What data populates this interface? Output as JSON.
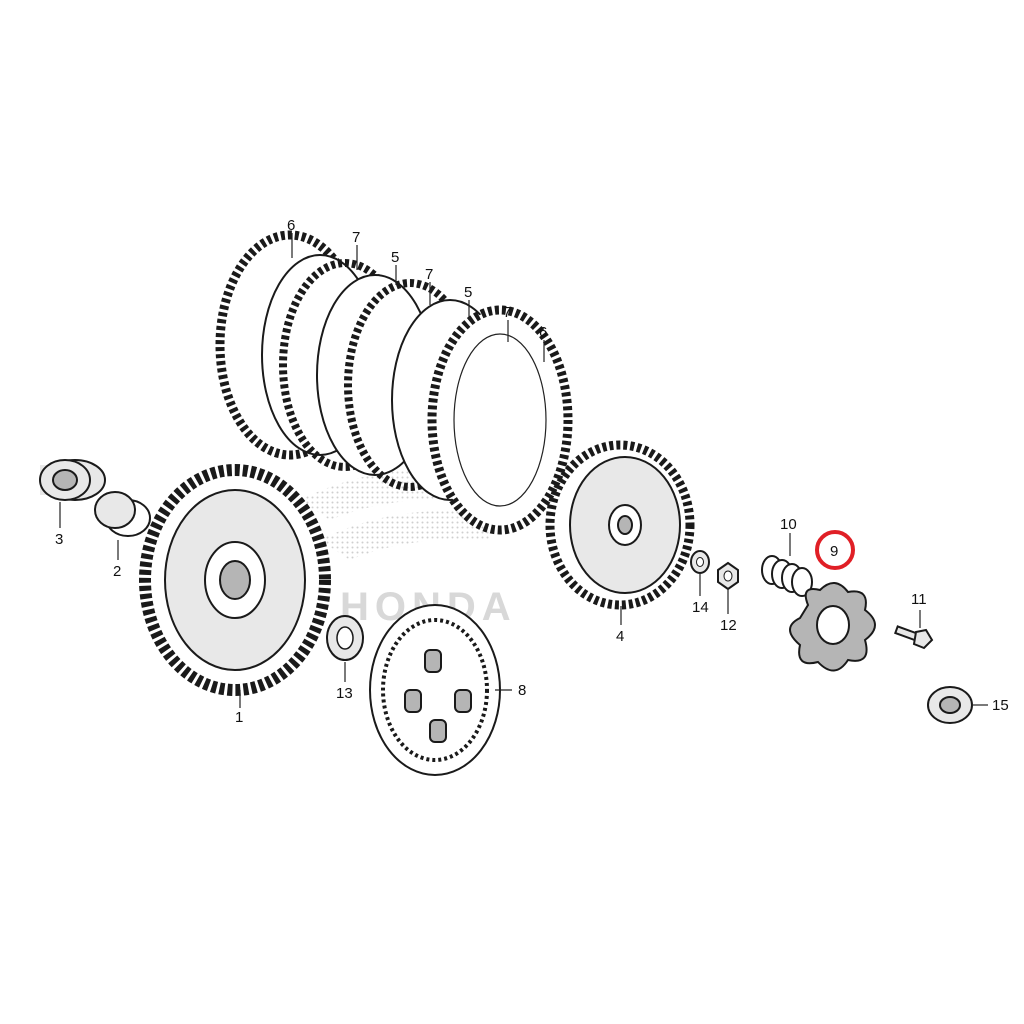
{
  "diagram": {
    "labels": {
      "p1": "1",
      "p2": "2",
      "p3": "3",
      "p4": "4",
      "p5a": "5",
      "p5b": "5",
      "p6a": "6",
      "p6b": "6",
      "p7a": "7",
      "p7b": "7",
      "p7c": "7",
      "p8": "8",
      "p9": "9",
      "p10": "10",
      "p11": "11",
      "p12": "12",
      "p13": "13",
      "p14": "14",
      "p15": "15"
    },
    "watermark": "HONDA",
    "highlight_color": "#e01f26",
    "line_color": "#1a1a1a"
  }
}
